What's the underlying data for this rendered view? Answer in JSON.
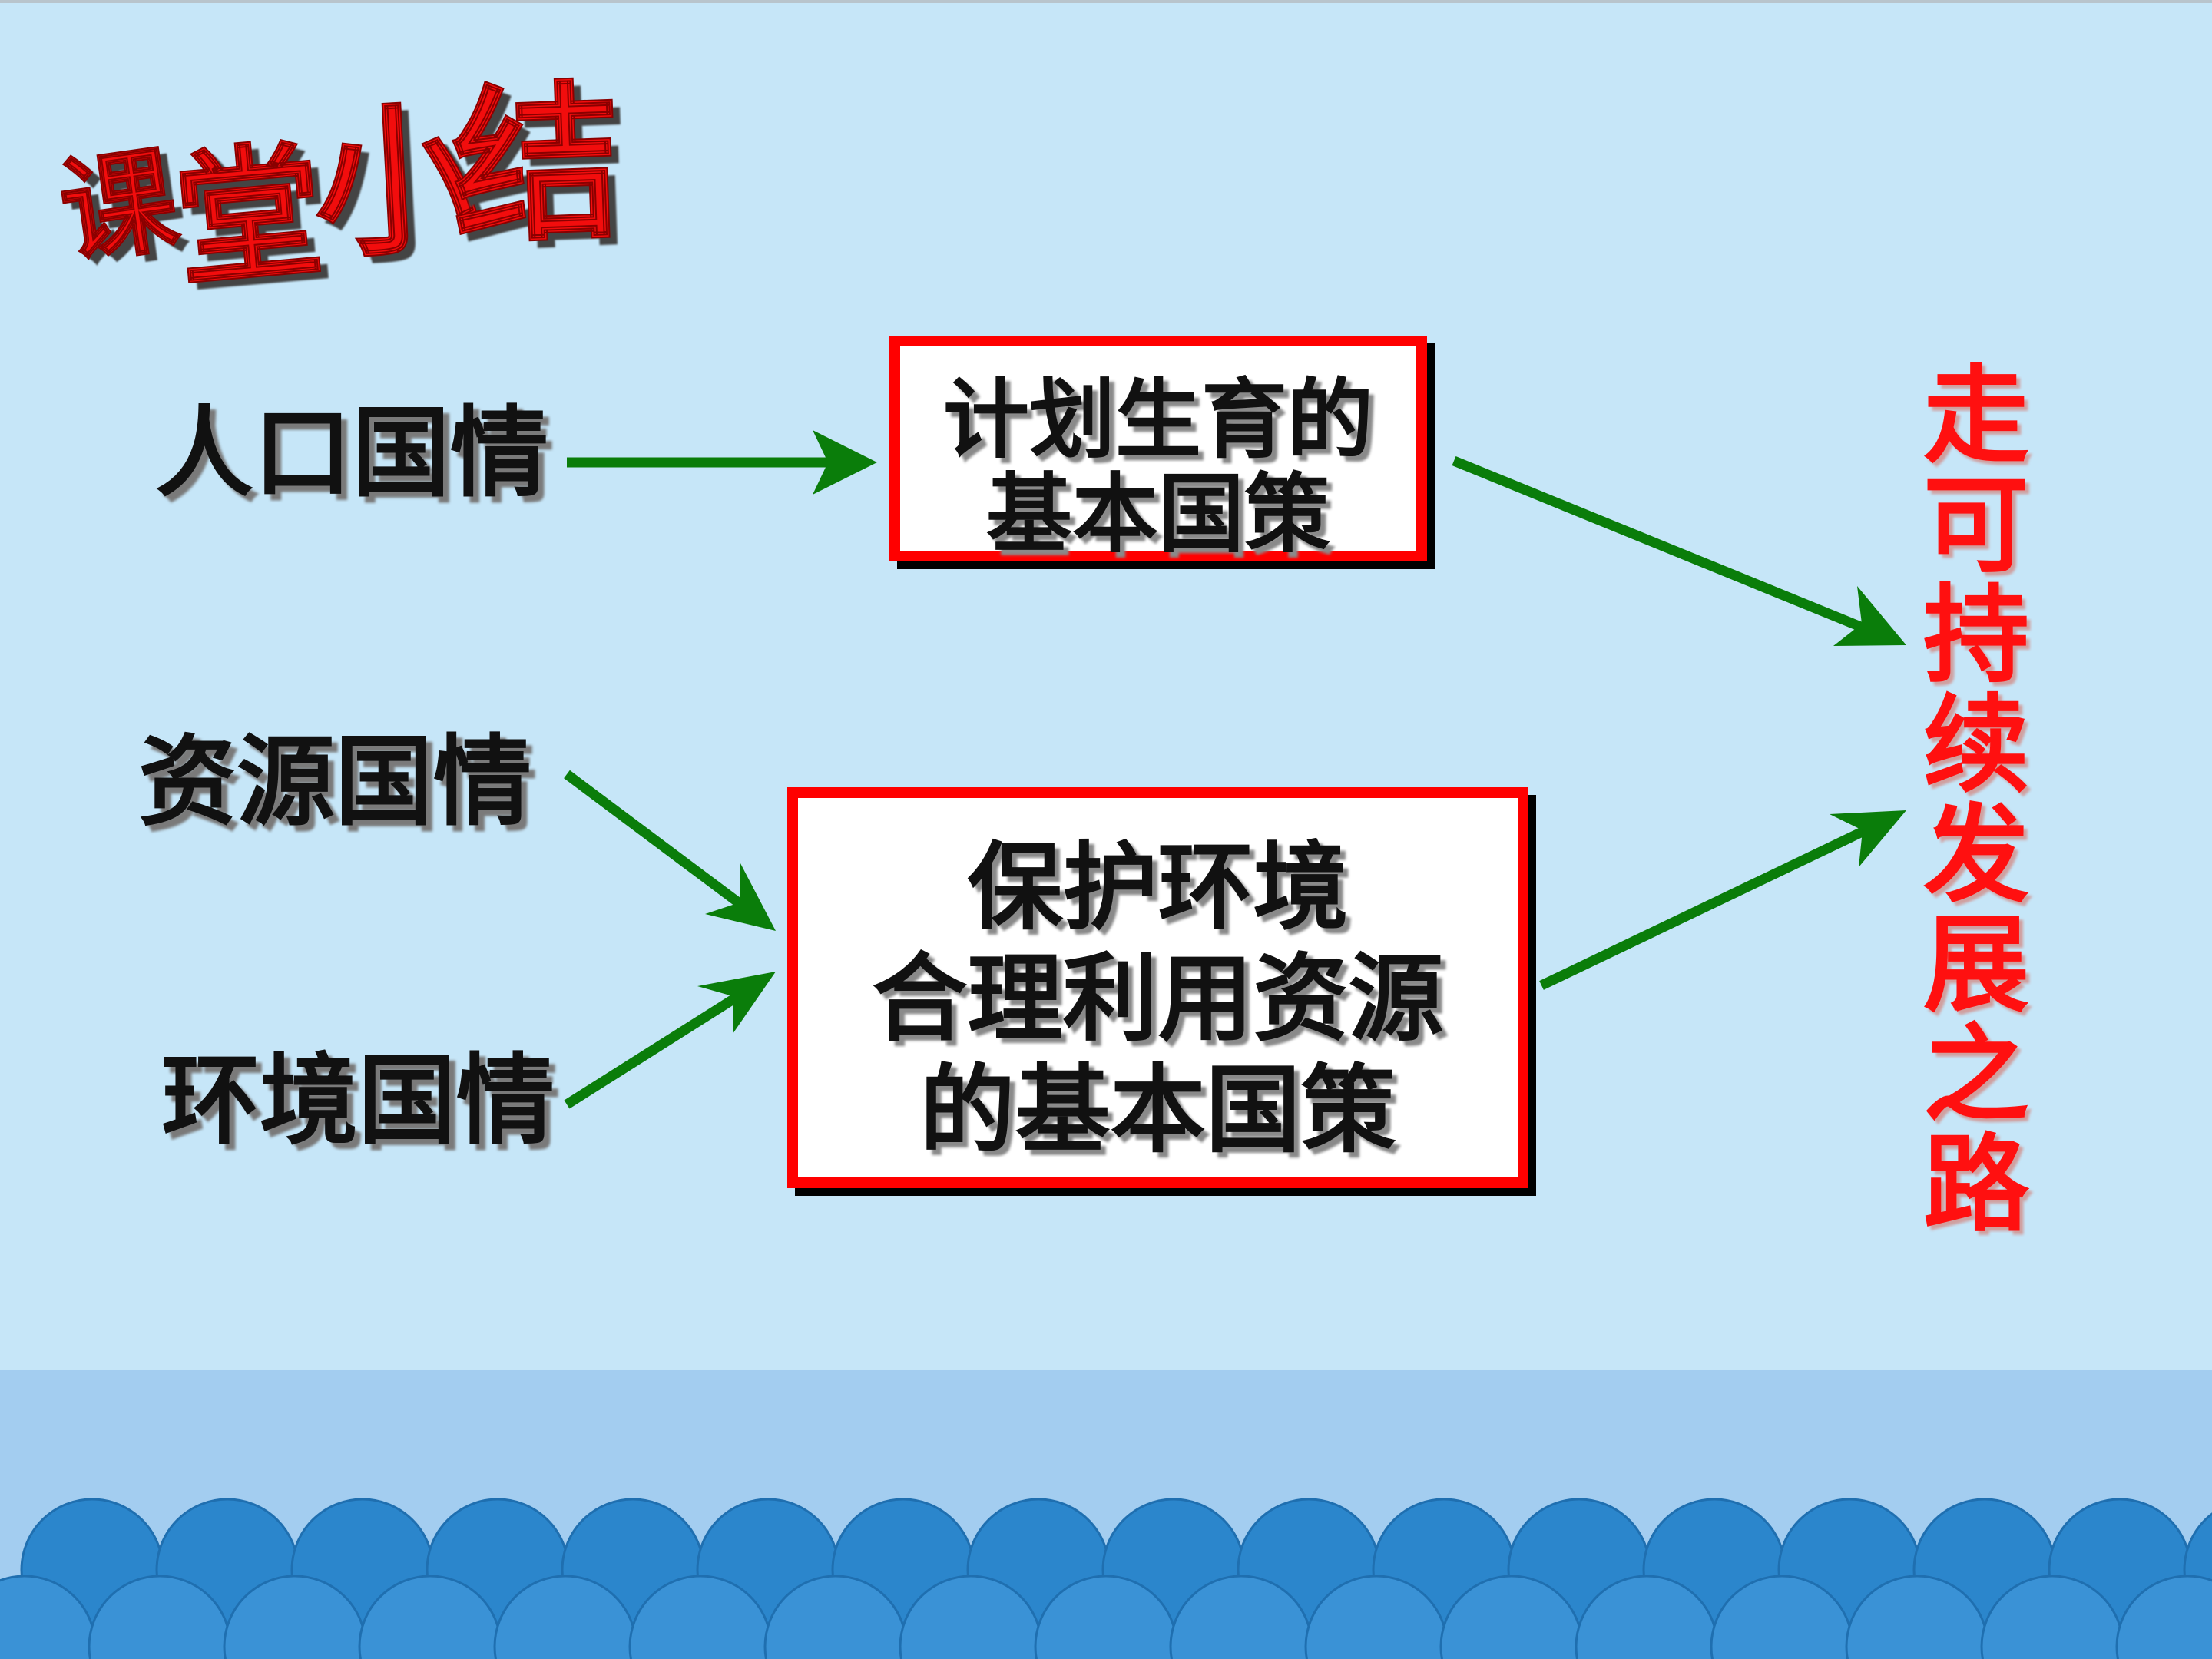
{
  "title": "课堂小结",
  "inputs": [
    {
      "id": "population",
      "label": "人口国情"
    },
    {
      "id": "resource",
      "label": "资源国情"
    },
    {
      "id": "environment",
      "label": "环境国情"
    }
  ],
  "policies": [
    {
      "id": "policy-1",
      "lines": [
        "计划生育的",
        "基本国策"
      ]
    },
    {
      "id": "policy-2",
      "lines": [
        "保护环境",
        "合理利用资源",
        "的基本国策"
      ]
    }
  ],
  "result": "走可持续发展之路",
  "colors": {
    "background": "#c6e6f8",
    "title": "#f20d0d",
    "box_border": "#ff0000",
    "arrow": "#0a7d0a",
    "result_text": "#ff1010",
    "sea_band": "#a3cdf0",
    "sea_wave": "#2b86cc"
  }
}
